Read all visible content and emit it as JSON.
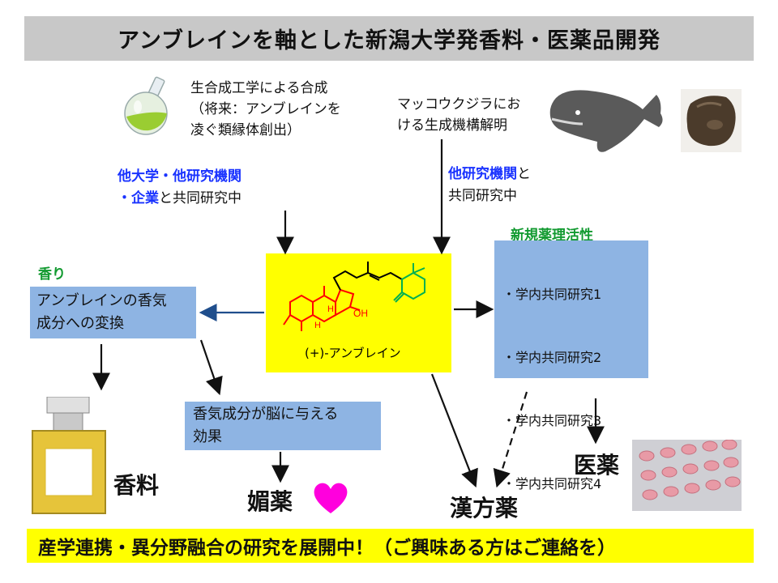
{
  "title": "アンブレインを軸とした新潟大学発香料・医薬品開発",
  "synthesis_note": "生合成工学による合成\n（将来：アンブレインを\n凌ぐ類縁体創出）",
  "whale_note": "マッコウクジラにお\nける生成機構解明",
  "left_collab": {
    "highlight": "他大学・他研究機関\n・企業",
    "rest": "と共同研究中"
  },
  "right_collab": {
    "highlight": "他研究機関",
    "rest": "と\n共同研究中"
  },
  "fragrance_label": "香り",
  "fragrance_box": "アンブレインの香気\n成分への変換",
  "brain_box": "香気成分が脳に与える\n効果",
  "compound_name": "(+)-アンブレイン",
  "bioactivity_label": "新規薬理活性",
  "bioactivity_items": [
    "・学内共同研究1",
    "・学内共同研究2",
    "・学内共同研究3",
    "・学内共同研究4"
  ],
  "outcomes": {
    "perfume": "香料",
    "aphrodisiac": "媚薬",
    "kampo": "漢方薬",
    "medicine": "医薬"
  },
  "molecule_labels": {
    "oh": "OH",
    "h1": "H",
    "h2": "H"
  },
  "banner": "産学連携・異分野融合の研究を展開中！（ご興味ある方はご連絡を）",
  "colors": {
    "title_bg": "#c8c8c8",
    "box_blue": "#8eb4e3",
    "yellow": "#ffff00",
    "collab_blue": "#1a33ff",
    "green_label": "#129a30",
    "heart": "#ff00dd",
    "molecule_red": "#ff0000",
    "molecule_green": "#00b050"
  },
  "icons": [
    "flask-icon",
    "whale-icon",
    "ambergris-photo",
    "perfume-bottle-icon",
    "heart-icon",
    "pill-blister-photo"
  ]
}
